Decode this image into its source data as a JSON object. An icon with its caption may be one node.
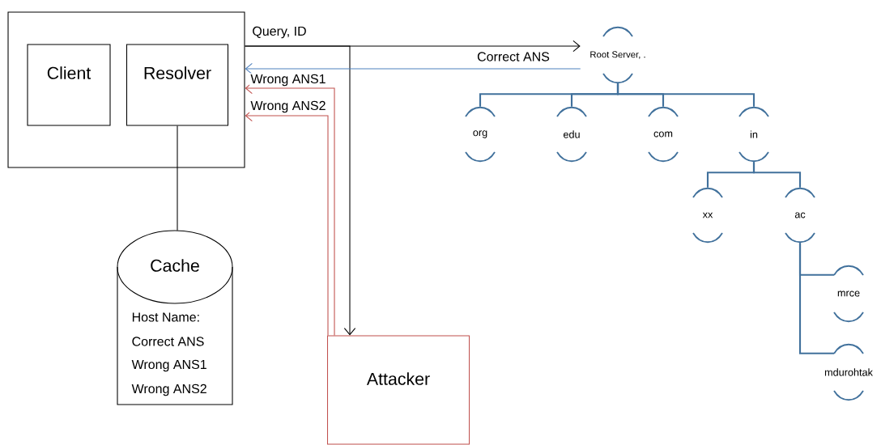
{
  "diagram": {
    "nodes": [
      {
        "text": [],
        "shape": "box"
      },
      {
        "text": [
          "Client"
        ],
        "in": 0
      },
      {
        "text": [
          "Resolver"
        ],
        "in": 0
      },
      {
        "text": [
          "Cache",
          "Host Name:",
          "Correct ANS",
          "Wrong ANS1",
          "Wrong ANS2"
        ]
      },
      {
        "text": [
          "Attacker"
        ]
      },
      {
        "text": [
          "Root Server, ."
        ]
      },
      {
        "text": [
          "org"
        ]
      },
      {
        "text": [
          "edu"
        ]
      },
      {
        "text": [
          "com"
        ]
      },
      {
        "text": [
          "in"
        ]
      },
      {
        "text": [
          "xx"
        ]
      },
      {
        "text": [
          "ac"
        ]
      },
      {
        "text": [
          "mrce"
        ]
      },
      {
        "text": [
          "mdurohtak"
        ]
      }
    ],
    "edges": [
      {
        "from": 0,
        "to": 5,
        "arrow": "to",
        "label": "Query, ID",
        "color": "#000000"
      },
      {
        "from": 0,
        "to": 4,
        "arrow": "to",
        "color": "#000000"
      },
      {
        "from": 5,
        "to": 0,
        "arrow": "to",
        "label": "Correct ANS",
        "color": "#4f81bd"
      },
      {
        "from": 4,
        "to": 0,
        "arrow": "to",
        "label": "Wrong ANS1",
        "color": "#c0504d"
      },
      {
        "from": 4,
        "to": 0,
        "arrow": "to",
        "label": "Wrong ANS2",
        "color": "#c0504d"
      },
      {
        "from": 2,
        "to": 3,
        "arrow": "none",
        "color": "#000000"
      },
      {
        "from": 5,
        "to": 6,
        "arrow": "none"
      },
      {
        "from": 5,
        "to": 7,
        "arrow": "none"
      },
      {
        "from": 5,
        "to": 8,
        "arrow": "none"
      },
      {
        "from": 5,
        "to": 9,
        "arrow": "none"
      },
      {
        "from": 9,
        "to": 10,
        "arrow": "none"
      },
      {
        "from": 9,
        "to": 11,
        "arrow": "none"
      },
      {
        "from": 11,
        "to": 12,
        "arrow": "none"
      },
      {
        "from": 11,
        "to": 13,
        "arrow": "none"
      }
    ]
  }
}
